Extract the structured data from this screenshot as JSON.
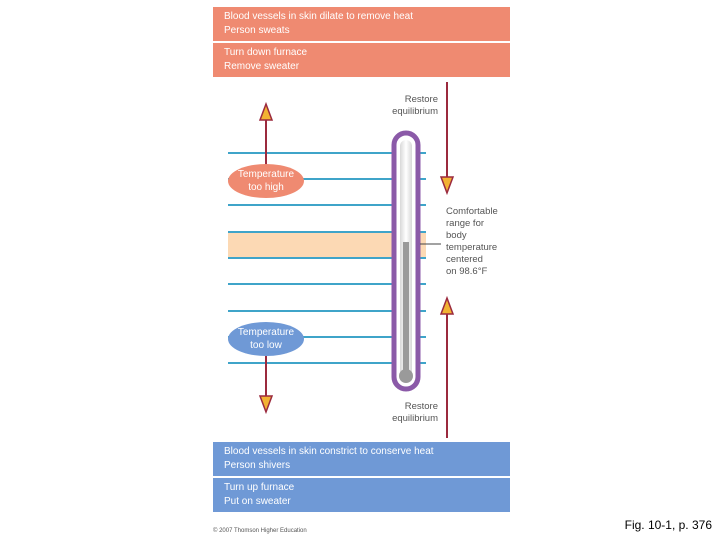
{
  "boxes": {
    "hot1": {
      "line1": "Blood vessels in skin dilate to remove heat",
      "line2": "Person sweats"
    },
    "hot2": {
      "line1": "Turn down furnace",
      "line2": "Remove sweater"
    },
    "cold1": {
      "line1": "Blood vessels in skin constrict to conserve heat",
      "line2": "Person shivers"
    },
    "cold2": {
      "line1": "Turn up furnace",
      "line2": "Put on sweater"
    }
  },
  "labels": {
    "restore_top": {
      "line1": "Restore",
      "line2": "equilibrium"
    },
    "restore_bottom": {
      "line1": "Restore",
      "line2": "equilibrium"
    },
    "too_high": {
      "line1": "Temperature",
      "line2": "too high"
    },
    "too_low": {
      "line1": "Temperature",
      "line2": "too low"
    },
    "comfort": [
      "Comfortable",
      "range for",
      "body",
      "temperature",
      "centered",
      "on 98.6°F"
    ]
  },
  "colors": {
    "hot": "#ef8a71",
    "cold": "#6f99d6",
    "comfort_band": "#fcd9b4",
    "thermometer": "#8b5aa8",
    "arrow": "#9b2a3e",
    "arrow_tip": "#f2b233",
    "lines": "#3fa4c9"
  },
  "copyright": "© 2007 Thomson Higher Education",
  "caption": "Fig. 10-1, p. 376"
}
